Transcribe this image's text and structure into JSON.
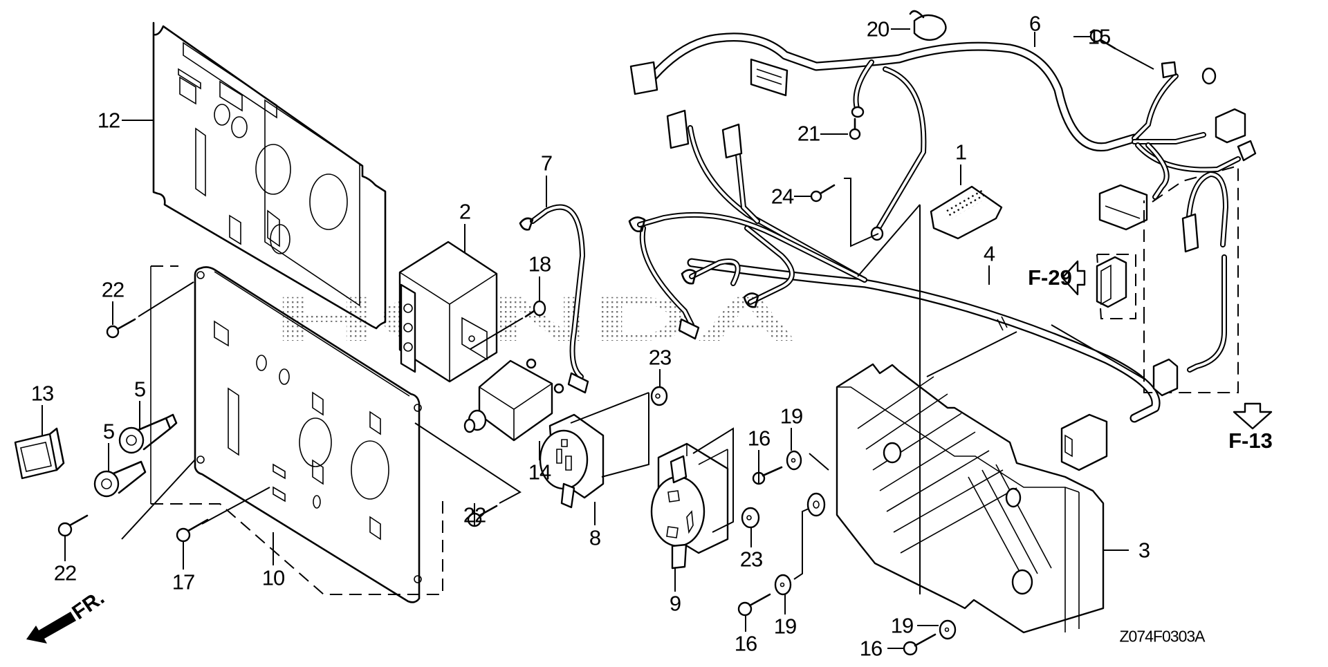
{
  "diagram": {
    "type": "exploded parts diagram",
    "watermark": "HONDA",
    "drawing_code": "Z074F0303A",
    "direction_label": "FR.",
    "references": [
      {
        "id": "ref-f29",
        "text": "F-29",
        "arrow": "left"
      },
      {
        "id": "ref-f13",
        "text": "F-13",
        "arrow": "down"
      }
    ],
    "callouts": [
      {
        "id": "c12",
        "text": "12",
        "part": "control panel label / face plate"
      },
      {
        "id": "c22a",
        "text": "22",
        "part": "tapping screw"
      },
      {
        "id": "c13",
        "text": "13",
        "part": "rocker switch"
      },
      {
        "id": "c5a",
        "text": "5",
        "part": "fuse holder"
      },
      {
        "id": "c5b",
        "text": "5",
        "part": "fuse holder"
      },
      {
        "id": "c22b",
        "text": "22",
        "part": "tapping screw"
      },
      {
        "id": "c17",
        "text": "17",
        "part": "flange screw"
      },
      {
        "id": "c10",
        "text": "10",
        "part": "control panel"
      },
      {
        "id": "c2",
        "text": "2",
        "part": "receptacle / relay box"
      },
      {
        "id": "c7",
        "text": "7",
        "part": "ground cable"
      },
      {
        "id": "c18",
        "text": "18",
        "part": "terminal screw"
      },
      {
        "id": "c14",
        "text": "14",
        "part": "circuit breaker"
      },
      {
        "id": "c23a",
        "text": "23",
        "part": "nut"
      },
      {
        "id": "c8",
        "text": "8",
        "part": "duplex receptacle"
      },
      {
        "id": "c22c",
        "text": "22",
        "part": "tapping screw"
      },
      {
        "id": "c9",
        "text": "9",
        "part": "twist-lock receptacle"
      },
      {
        "id": "c23b",
        "text": "23",
        "part": "nut"
      },
      {
        "id": "c16a",
        "text": "16",
        "part": "flange bolt"
      },
      {
        "id": "c19a",
        "text": "19",
        "part": "washer"
      },
      {
        "id": "c16b",
        "text": "16",
        "part": "flange bolt"
      },
      {
        "id": "c19b",
        "text": "19",
        "part": "washer"
      },
      {
        "id": "c19c",
        "text": "19",
        "part": "washer"
      },
      {
        "id": "c16c",
        "text": "16",
        "part": "flange bolt"
      },
      {
        "id": "c3",
        "text": "3",
        "part": "inverter unit"
      },
      {
        "id": "c20",
        "text": "20",
        "part": "wire clip"
      },
      {
        "id": "c6",
        "text": "6",
        "part": "wire harness"
      },
      {
        "id": "c15",
        "text": "15",
        "part": "screw washer"
      },
      {
        "id": "c21",
        "text": "21",
        "part": "screw"
      },
      {
        "id": "c1",
        "text": "1",
        "part": "connector cover / holder"
      },
      {
        "id": "c24",
        "text": "24",
        "part": "flange bolt"
      },
      {
        "id": "c4",
        "text": "4",
        "part": "sub wire harness"
      }
    ]
  }
}
